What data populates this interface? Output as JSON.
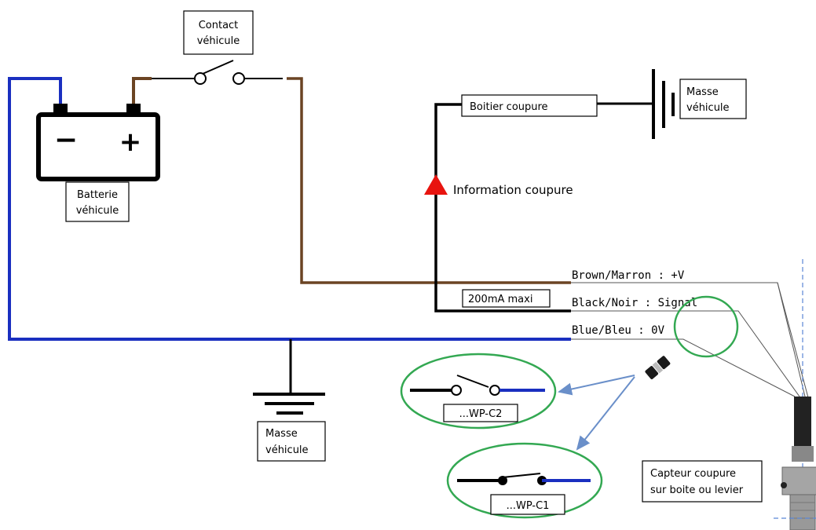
{
  "labels": {
    "contact_line1": "Contact",
    "contact_line2": "véhicule",
    "batterie_line1": "Batterie",
    "batterie_line2": "véhicule",
    "battery_minus": "−",
    "battery_plus": "+",
    "boitier": "Boitier coupure",
    "masse_top_line1": "Masse",
    "masse_top_line2": "véhicule",
    "information": "Information coupure",
    "max_current": "200mA maxi",
    "wire_brown": "Brown/Marron : +V",
    "wire_black": "Black/Noir : Signal",
    "wire_blue": "Blue/Bleu : 0V",
    "masse_bottom_line1": "Masse",
    "masse_bottom_line2": "véhicule",
    "wpc2": "...WP-C2",
    "wpc1": "...WP-C1",
    "capteur_line1": "Capteur coupure",
    "capteur_line2": "sur boite ou levier"
  },
  "colors": {
    "brown": "#6b4423",
    "blue": "#1a2fc0",
    "black": "#000000",
    "red": "#e8140f",
    "green": "#33a852",
    "arrow_blue": "#6a8fc9",
    "dash_blue": "#5a86d6"
  }
}
